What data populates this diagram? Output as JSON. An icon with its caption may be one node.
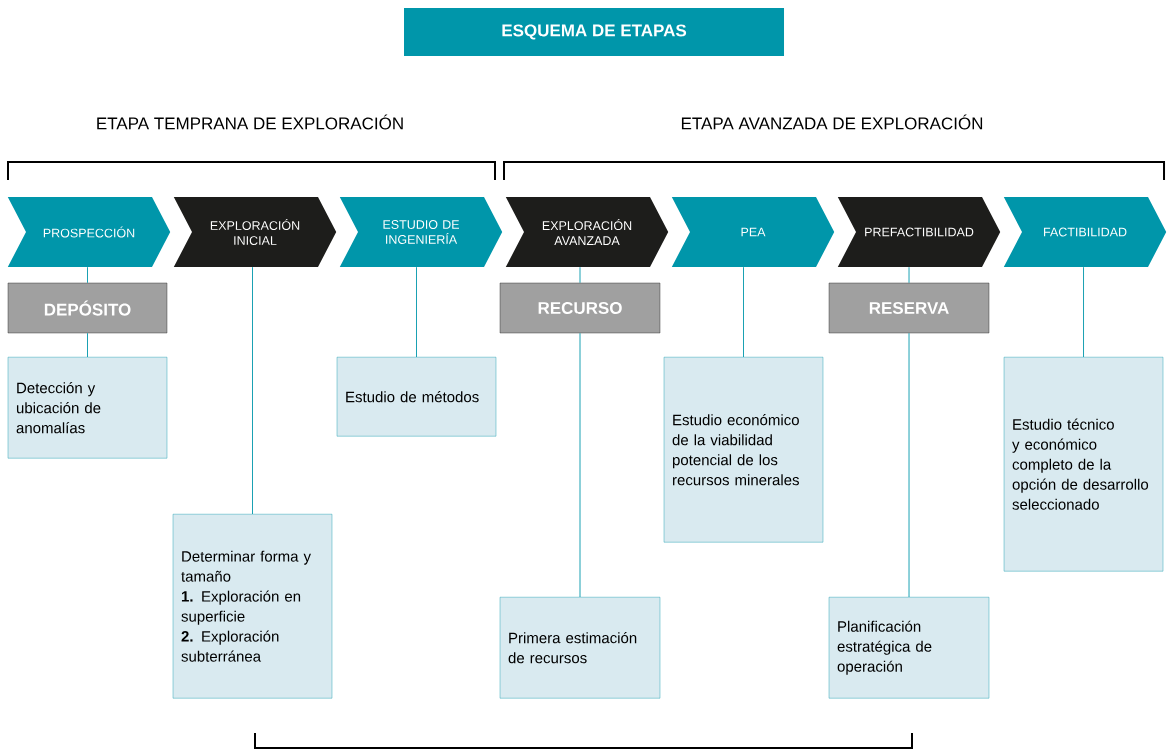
{
  "diagram": {
    "title": "ESQUEMA DE ETAPAS",
    "nodes": [
      {
        "text": [
          "PROSPECCIÓN"
        ]
      },
      {
        "text": [
          "EXPLORACIÓN INICIAL"
        ]
      },
      {
        "text": [
          "ESTUDIO DE INGENIERÍA"
        ]
      },
      {
        "text": [
          "EXPLORACIÓN AVANZADA"
        ]
      },
      {
        "text": [
          "PEA"
        ]
      },
      {
        "text": [
          "PREFACTIBILIDAD"
        ]
      },
      {
        "text": [
          "FACTIBILIDAD"
        ]
      },
      {
        "text": [
          "DEPÓSITO"
        ]
      },
      {
        "text": [
          "RECURSO"
        ]
      },
      {
        "text": [
          "RESERVA"
        ]
      },
      {
        "text": [
          "Detección y ubicación de anomalías"
        ]
      },
      {
        "text": [
          "Determinar forma y tamaño",
          "**1.** Exploración en superficie",
          "**2.** Exploración subterránea"
        ]
      },
      {
        "text": [
          "Estudio de métodos"
        ]
      },
      {
        "text": [
          "Primera estimación de recursos"
        ]
      },
      {
        "text": [
          "Estudio económico de la viabilidad potencial de los recursos minerales"
        ]
      },
      {
        "text": [
          "Planificación estratégica de operación"
        ]
      },
      {
        "text": [
          "Estudio técnico y económico completo de la opción de desarrollo seleccionado"
        ]
      }
    ],
    "edges": [
      {
        "from": 0,
        "to": 7,
        "arrow": "none"
      },
      {
        "from": 7,
        "to": 10,
        "arrow": "none"
      },
      {
        "from": 1,
        "to": 11,
        "arrow": "none"
      },
      {
        "from": 2,
        "to": 12,
        "arrow": "none"
      },
      {
        "from": 3,
        "to": 8,
        "arrow": "none"
      },
      {
        "from": 8,
        "to": 13,
        "arrow": "none"
      },
      {
        "from": 4,
        "to": 14,
        "arrow": "none"
      },
      {
        "from": 5,
        "to": 9,
        "arrow": "none"
      },
      {
        "from": 9,
        "to": 15,
        "arrow": "none"
      },
      {
        "from": 6,
        "to": 16,
        "arrow": "none"
      }
    ],
    "labels": [
      "ETAPA TEMPRANA DE EXPLORACIÓN",
      "ETAPA AVANZADA DE EXPLORACIÓN"
    ]
  }
}
